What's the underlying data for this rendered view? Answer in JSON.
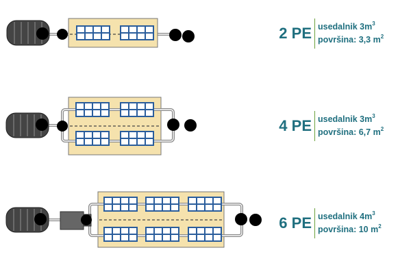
{
  "colors": {
    "text": "#1f6f7f",
    "divider": "#6aa13c",
    "bed": "#f5e2ad",
    "bed_border": "#777777",
    "window_frame": "#2a5d9c",
    "window_pane": "#ffffff",
    "tank": "#444444",
    "pipe": "#888888",
    "dot": "#000000"
  },
  "systems": [
    {
      "pe": "2 PE",
      "settler_label": "usedalnik 3m",
      "settler_unit_sup": "3",
      "area_label": "površina: 3,3 m",
      "area_unit_sup": "2"
    },
    {
      "pe": "4 PE",
      "settler_label": "usedalnik 3m",
      "settler_unit_sup": "3",
      "area_label": "površina: 6,7 m",
      "area_unit_sup": "2"
    },
    {
      "pe": "6 PE",
      "settler_label": "usedalnik 4m",
      "settler_unit_sup": "3",
      "area_label": "površina: 10 m",
      "area_unit_sup": "2"
    }
  ]
}
